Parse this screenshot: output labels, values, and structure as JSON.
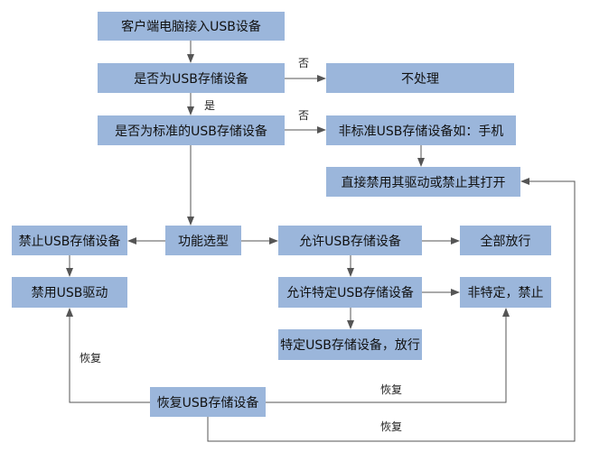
{
  "colors": {
    "node_fill": "#9bb6db",
    "line": "#555555",
    "text": "#111111"
  },
  "nodes": {
    "connect": "客户端电脑接入USB设备",
    "is_storage": "是否为USB存储设备",
    "no_process": "不处理",
    "is_standard": "是否为标准的USB存储设备",
    "nonstandard": "非标准USB存储设备如：手机",
    "disable_or_block": "直接禁用其驱动或禁止其打开",
    "function_select": "功能选型",
    "forbid_storage": "禁止USB存储设备",
    "disable_driver": "禁用USB驱动",
    "allow_storage": "允许USB存储设备",
    "allow_all": "全部放行",
    "allow_specific": "允许特定USB存储设备",
    "nonspecific_forbid": "非特定，禁止",
    "specific_pass": "特定USB存储设备，放行",
    "restore": "恢复USB存储设备"
  },
  "labels": {
    "no_1": "否",
    "yes_1": "是",
    "no_2": "否",
    "restore_1": "恢复",
    "restore_2": "恢复",
    "restore_3": "恢复"
  }
}
